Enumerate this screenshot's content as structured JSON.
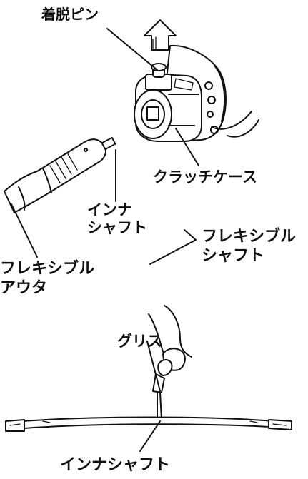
{
  "labels": {
    "detach_pin": "着脱ピン",
    "clutch_case": "クラッチケース",
    "inner_shaft_line1": "インナ",
    "inner_shaft_line2": "シャフト",
    "flexible_shaft_line1": "フレキシブル",
    "flexible_shaft_line2": "シャフト",
    "flexible_outer_line1": "フレキシブル",
    "flexible_outer_line2": "アウタ",
    "grease": "グリス",
    "inner_shaft_bottom": "インナシャフト"
  },
  "colors": {
    "ink": "#111111",
    "background": "#ffffff"
  },
  "icons": {
    "pull_direction": "up-arrow-icon"
  }
}
